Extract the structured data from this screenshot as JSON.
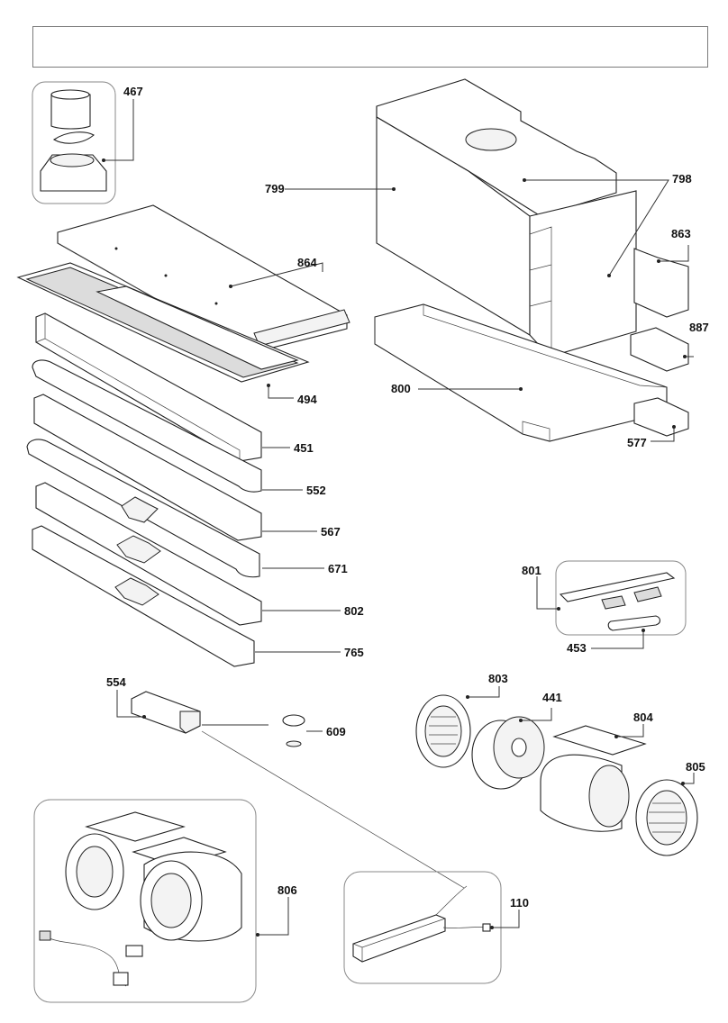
{
  "header": {
    "title": ""
  },
  "colors": {
    "line": "#333333",
    "frame": "#8a8a8a",
    "fill_grey": "#dcdcdc"
  },
  "parts": {
    "p467": "467",
    "p864": "864",
    "p494": "494",
    "p451": "451",
    "p552": "552",
    "p567": "567",
    "p671": "671",
    "p802": "802",
    "p765": "765",
    "p799": "799",
    "p798": "798",
    "p863": "863",
    "p887": "887",
    "p800": "800",
    "p577": "577",
    "p801": "801",
    "p453": "453",
    "p554": "554",
    "p609": "609",
    "p803": "803",
    "p441": "441",
    "p804": "804",
    "p805": "805",
    "p806": "806",
    "p110": "110"
  }
}
